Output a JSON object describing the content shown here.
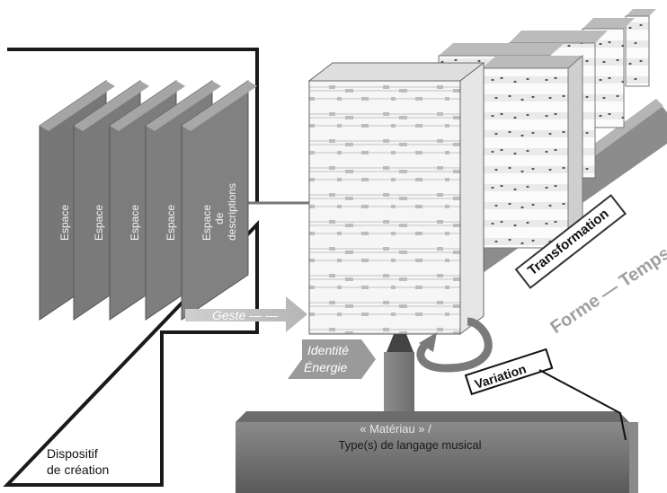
{
  "dispositif": {
    "line1": "Dispositif",
    "line2": "de création"
  },
  "panels": [
    {
      "line1": "Espace",
      "line2": ""
    },
    {
      "line1": "Espace",
      "line2": ""
    },
    {
      "line1": "Espace",
      "line2": ""
    },
    {
      "line1": "Espace",
      "line2": ""
    },
    {
      "line1": "Espace",
      "line2": "de",
      "line3": "descriptions"
    }
  ],
  "geste": "Geste — —",
  "identite": {
    "line1": "Identité",
    "line2": "Énergie"
  },
  "materiau": {
    "line1": "« Matériau » /",
    "line2": "Type(s) de langage musical"
  },
  "transformation": "Transformation",
  "forme_temps": "Forme — Temps",
  "variation": "Variation",
  "colors": {
    "panel": "#7a7a7a",
    "panel_top": "#a8a8a8",
    "base": "#6a6a6a",
    "text_gray": "#a0a0a0"
  }
}
